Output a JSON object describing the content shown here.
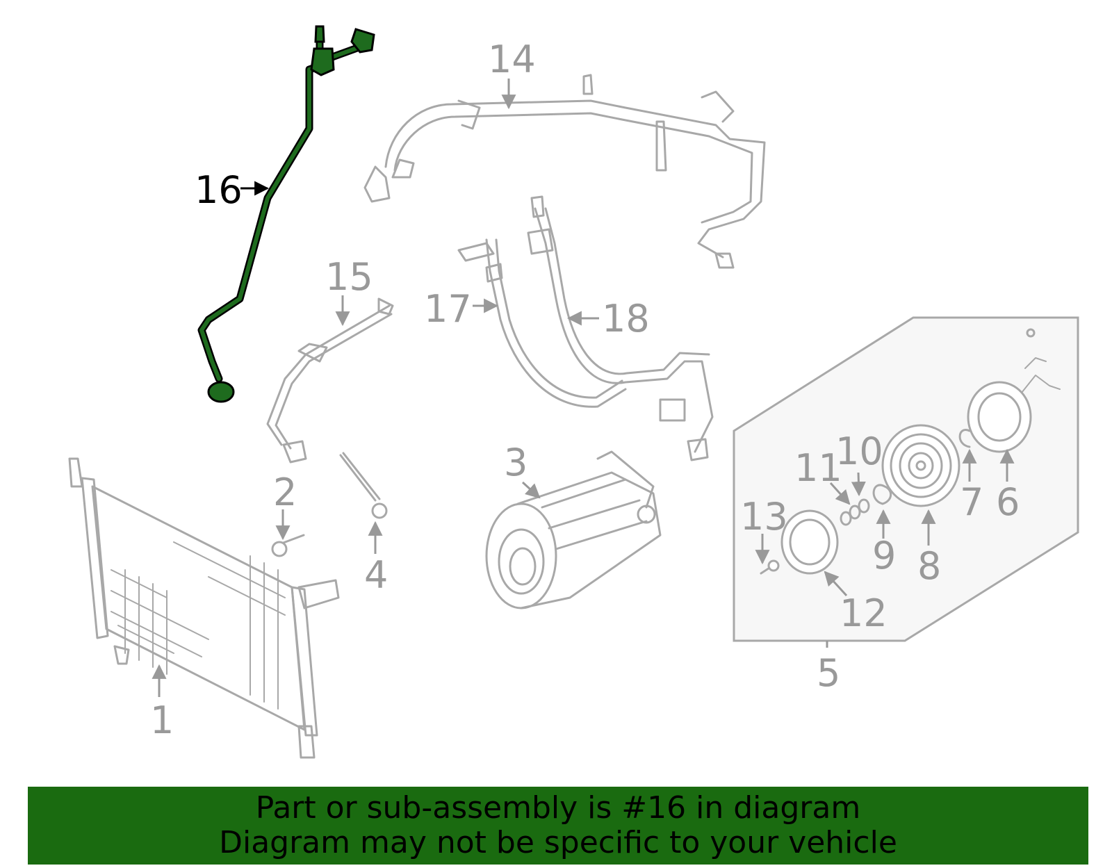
{
  "callouts": {
    "c1": "1",
    "c2": "2",
    "c3": "3",
    "c4": "4",
    "c5": "5",
    "c6": "6",
    "c7": "7",
    "c8": "8",
    "c9": "9",
    "c10": "10",
    "c11": "11",
    "c12": "12",
    "c13": "13",
    "c14": "14",
    "c15": "15",
    "c16": "16",
    "c17": "17",
    "c18": "18"
  },
  "highlight": {
    "part": "16",
    "color": "#1e6b1e"
  },
  "banner": {
    "line1": "Part or sub-assembly is #16 in diagram",
    "line2": "Diagram may not be specific to your vehicle",
    "background": "#1a6b10"
  }
}
